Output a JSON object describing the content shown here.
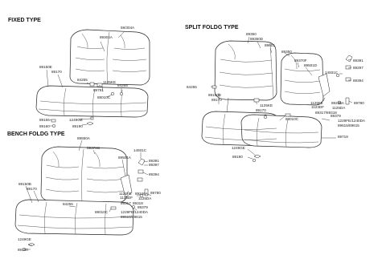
{
  "sections": {
    "fixed": "FIXED TYPE",
    "bench": "BENCH FOLDG TYPE",
    "split": "SPLIT FOLDG TYPE"
  },
  "labels": [
    {
      "id": "f_89301A",
      "text": "89301A"
    },
    {
      "id": "f_59304A",
      "text": "59/304A"
    },
    {
      "id": "f_89150E",
      "text": "89150E"
    },
    {
      "id": "f_89170",
      "text": "89170"
    },
    {
      "id": "f_84255",
      "text": "84255"
    },
    {
      "id": "f_1125KE",
      "text": "1125KE"
    },
    {
      "id": "f_89791",
      "text": "89791"
    },
    {
      "id": "f_84255b",
      "text": "84255"
    },
    {
      "id": "f_88010C",
      "text": "88010C"
    },
    {
      "id": "f_89155",
      "text": "89155"
    },
    {
      "id": "f_1249GE",
      "text": "1249GE"
    },
    {
      "id": "f_89160",
      "text": "89160"
    },
    {
      "id": "f_89190",
      "text": "89190"
    },
    {
      "id": "b_89550A",
      "text": "89550A"
    },
    {
      "id": "b_89370G",
      "text": "89370G"
    },
    {
      "id": "b_89501A",
      "text": "89501A"
    },
    {
      "id": "b_14931C",
      "text": "14931C"
    },
    {
      "id": "b_89391",
      "text": "89391"
    },
    {
      "id": "b_89397",
      "text": "89397"
    },
    {
      "id": "b_89394",
      "text": "89394"
    },
    {
      "id": "b_89150B",
      "text": "89150B"
    },
    {
      "id": "b_89170",
      "text": "89170"
    },
    {
      "id": "b_84255",
      "text": "84255"
    },
    {
      "id": "b_1125FE",
      "text": "1125FE"
    },
    {
      "id": "b_1123DF",
      "text": "1123DF"
    },
    {
      "id": "b_89317",
      "text": "89317"
    },
    {
      "id": "b_89318",
      "text": "89318"
    },
    {
      "id": "b_89246A",
      "text": "89246A"
    },
    {
      "id": "b_1125DA",
      "text": "1125DA"
    },
    {
      "id": "b_89780",
      "text": "89780"
    },
    {
      "id": "b_89379",
      "text": "89379"
    },
    {
      "id": "b_88010C",
      "text": "88010C"
    },
    {
      "id": "b_1229FE",
      "text": "1229FE/1240DA"
    },
    {
      "id": "b_89615",
      "text": "89615/89615"
    },
    {
      "id": "b_1249GE",
      "text": "1249GE"
    },
    {
      "id": "b_89190",
      "text": "89190"
    },
    {
      "id": "s_89350",
      "text": "89350"
    },
    {
      "id": "s_89350D",
      "text": "89350D"
    },
    {
      "id": "s_89601",
      "text": "89601"
    },
    {
      "id": "s_89350b",
      "text": "89350"
    },
    {
      "id": "s_89370F",
      "text": "89370F"
    },
    {
      "id": "s_89501D",
      "text": "89501D"
    },
    {
      "id": "s_89391",
      "text": "89391"
    },
    {
      "id": "s_89297",
      "text": "89297"
    },
    {
      "id": "s_14931C",
      "text": "14931C"
    },
    {
      "id": "s_89394",
      "text": "89394"
    },
    {
      "id": "s_84255",
      "text": "84255"
    },
    {
      "id": "s_89150B",
      "text": "89150B"
    },
    {
      "id": "s_89170",
      "text": "89170"
    },
    {
      "id": "s_1125KE",
      "text": "1125KE"
    },
    {
      "id": "s_89170b",
      "text": "89170"
    },
    {
      "id": "s_1125FE",
      "text": "1125FE"
    },
    {
      "id": "s_1123DF",
      "text": "1123DF"
    },
    {
      "id": "s_89246A",
      "text": "89246A"
    },
    {
      "id": "s_1125DA",
      "text": "1125DA"
    },
    {
      "id": "s_89780",
      "text": "89780"
    },
    {
      "id": "s_89317",
      "text": "89317/89318"
    },
    {
      "id": "s_89379",
      "text": "89379"
    },
    {
      "id": "s_88010C",
      "text": "88010C"
    },
    {
      "id": "s_1229FE",
      "text": "1229FE/1240DA"
    },
    {
      "id": "s_89615",
      "text": "89615/89615"
    },
    {
      "id": "s_89718",
      "text": "89718"
    },
    {
      "id": "s_1249GE",
      "text": "1249GE"
    },
    {
      "id": "s_89190",
      "text": "89190"
    }
  ]
}
